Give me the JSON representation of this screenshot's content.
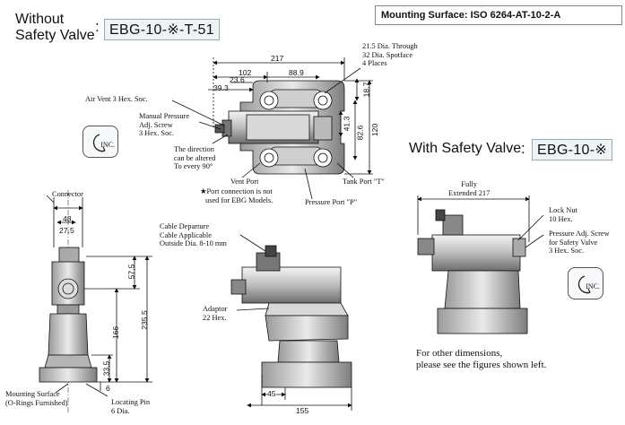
{
  "without_label": [
    "Without",
    "Safety Valve"
  ],
  "colon": ":",
  "model_without": "EBG-10-※-T-51",
  "mounting_surface": "Mounting Surface: ISO 6264-AT-10-2-A",
  "with_label": "With Safety Valve",
  "model_with": "EBG-10-※",
  "inc": "INC.",
  "top_view": {
    "dims": [
      "217",
      "102",
      "88.9",
      "23.6",
      "39.3",
      "18.7",
      "41.3",
      "82.6",
      "120"
    ],
    "through": [
      "21.5 Dia. Through",
      "32 Dia. Spotface",
      "4 Places"
    ],
    "air_vent": "Air Vent 3 Hex. Soc.",
    "manual": [
      "Manual Pressure",
      "Adj. Screw",
      "3 Hex. Soc."
    ],
    "direction": [
      "The direction",
      "can be altered",
      "To every 90°"
    ],
    "vent_port": "Vent Port",
    "note": [
      "★Port connection is not",
      "used for EBG Models."
    ],
    "tank_port": "Tank Port \"T\"",
    "pressure_port": "Pressure Port \"P\""
  },
  "side_view": {
    "connector": "Connector",
    "dims": [
      "48",
      "27.5",
      "57.5",
      "235.5",
      "166",
      "33.5",
      "6"
    ],
    "mounting": [
      "Mounting Surface",
      "(O-Rings Furnished)"
    ],
    "pin": [
      "Locating Pin",
      "6 Dia."
    ]
  },
  "iso_view": {
    "cable": [
      "Cable Departure",
      "Cable Applicable",
      "Outside Dia. 8-10 mm"
    ],
    "adaptor": [
      "Adaptor",
      "22 Hex."
    ],
    "dims": [
      "45",
      "155"
    ]
  },
  "safety_view": {
    "fully": [
      "Fully",
      "Extended 217"
    ],
    "locknut": [
      "Lock Nut",
      "10 Hex."
    ],
    "pressure_adj": [
      "Pressure Adj. Screw",
      "for Safety Valve",
      "3 Hex. Soc."
    ]
  },
  "other_dims": [
    "For other dimensions,",
    "please see the figures shown left."
  ]
}
